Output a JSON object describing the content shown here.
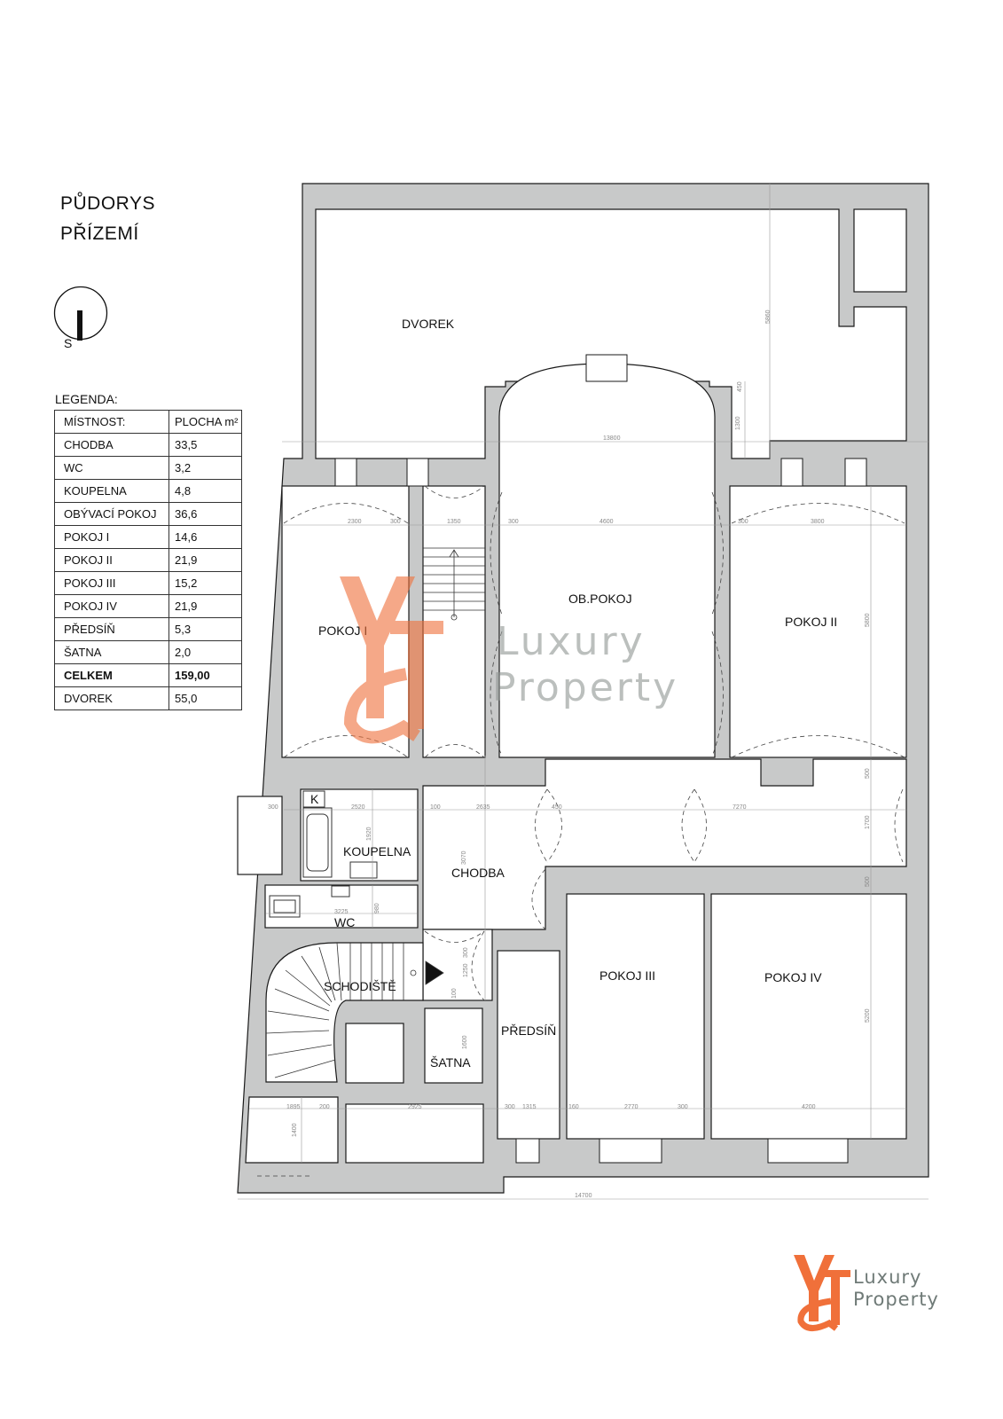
{
  "title": {
    "line1": "PŮDORYS",
    "line2": "PŘÍZEMÍ"
  },
  "compass": {
    "label": "S"
  },
  "legend": {
    "title": "LEGENDA:",
    "header": {
      "room": "MÍSTNOST:",
      "area": "PLOCHA m²"
    },
    "rows": [
      {
        "room": "CHODBA",
        "area": "33,5"
      },
      {
        "room": "WC",
        "area": "3,2"
      },
      {
        "room": "KOUPELNA",
        "area": "4,8"
      },
      {
        "room": "OBÝVACÍ POKOJ",
        "area": "36,6"
      },
      {
        "room": "POKOJ I",
        "area": "14,6"
      },
      {
        "room": "POKOJ II",
        "area": "21,9"
      },
      {
        "room": "POKOJ III",
        "area": "15,2"
      },
      {
        "room": "POKOJ IV",
        "area": "21,9"
      },
      {
        "room": "PŘEDSÍŇ",
        "area": "5,3"
      },
      {
        "room": "ŠATNA",
        "area": "2,0"
      },
      {
        "room": "CELKEM",
        "area": "159,00"
      },
      {
        "room": "DVOREK",
        "area": "55,0"
      }
    ]
  },
  "rooms": {
    "dvorek": "DVOREK",
    "ob_pokoj": "OB.POKOJ",
    "pokoj_i": "POKOJ I",
    "pokoj_ii": "POKOJ II",
    "pokoj_iii": "POKOJ III",
    "pokoj_iv": "POKOJ IV",
    "koupelna": "KOUPELNA",
    "wc": "WC",
    "chodba": "CHODBA",
    "schodiste": "SCHODIŠTĚ",
    "predsin": "PŘEDSÍŇ",
    "satna": "ŠATNA",
    "k": "K"
  },
  "dimensions": {
    "d13800": "13800",
    "d5860": "5860",
    "d450": "450",
    "d1300": "1300",
    "d2300": "2300",
    "d300a": "300",
    "d1350": "1350",
    "d300b": "300",
    "d4600": "4600",
    "d300c": "300",
    "d3800": "3800",
    "d5800": "5800",
    "d300d": "300",
    "d2520": "2520",
    "d1920": "1920",
    "d100": "100",
    "d2635": "2635",
    "d450b": "450",
    "d7270": "7270",
    "d1700": "1700",
    "d3070": "3070",
    "d3225": "3225",
    "d980": "980",
    "d300e": "300",
    "d1250": "1250",
    "d100b": "100",
    "d1600": "1600",
    "d5200": "5200",
    "d1895": "1895",
    "d200": "200",
    "d1400": "1400",
    "d2925": "2925",
    "d300f": "300",
    "d1315": "1315",
    "d160": "160",
    "d2770": "2770",
    "d300g": "300",
    "d4200": "4200",
    "d14700": "14700",
    "d500a": "500",
    "d500b": "500"
  },
  "watermark": {
    "line1": "Luxury",
    "line2": "Property"
  },
  "logo": {
    "line1": "Luxury",
    "line2": "Property"
  },
  "colors": {
    "wall": "#c8c9c9",
    "line": "#1a1a1a",
    "accent": "#f0703a",
    "logo_text": "#6f7a77"
  }
}
